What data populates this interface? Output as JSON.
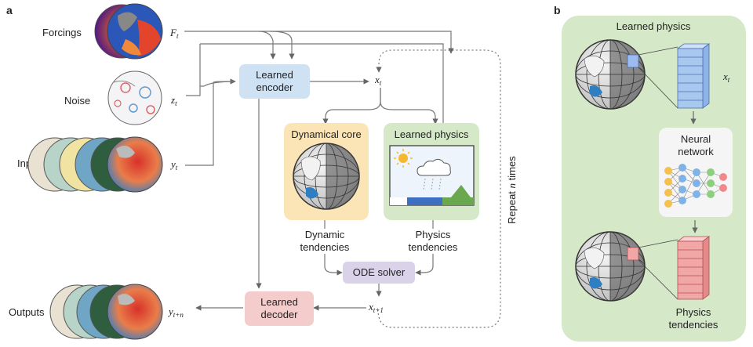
{
  "panels": {
    "a": "a",
    "b": "b"
  },
  "left_labels": {
    "forcings": "Forcings",
    "noise": "Noise",
    "inputs": "Inputs",
    "outputs": "Outputs"
  },
  "variables": {
    "F_base": "F",
    "F_sub": "t",
    "z_base": "z",
    "z_sub": "t",
    "y_base": "y",
    "y_sub": "t",
    "x_base": "x",
    "x_sub": "t",
    "x_next_base": "x",
    "x_next_sub": "t+1",
    "y_out_base": "y",
    "y_out_sub": "t+n",
    "b_x_base": "x",
    "b_x_sub": "t"
  },
  "boxes": {
    "encoder": [
      "Learned",
      "encoder"
    ],
    "decoder": [
      "Learned",
      "decoder"
    ],
    "ode": "ODE solver",
    "dyn_core": "Dynamical core",
    "learned_physics": "Learned physics"
  },
  "tendencies": {
    "dynamic": [
      "Dynamic",
      "tendencies"
    ],
    "physics": [
      "Physics",
      "tendencies"
    ]
  },
  "repeat": {
    "prefix": "Repeat ",
    "n": "n",
    "suffix": " times"
  },
  "panel_b": {
    "title": "Learned physics",
    "nn": [
      "Neural",
      "network"
    ],
    "out": [
      "Physics",
      "tendencies"
    ]
  },
  "colors": {
    "encoder_fill": "#cfe2f3",
    "decoder_fill": "#f4cccc",
    "ode_fill": "#d9d2e9",
    "dyn_fill": "#fbe5b6",
    "phys_fill": "#d5e8c8",
    "panel_b_fill": "#d5e8c8",
    "blue_column": "#a9c8f0",
    "red_column": "#f2a7a7"
  }
}
